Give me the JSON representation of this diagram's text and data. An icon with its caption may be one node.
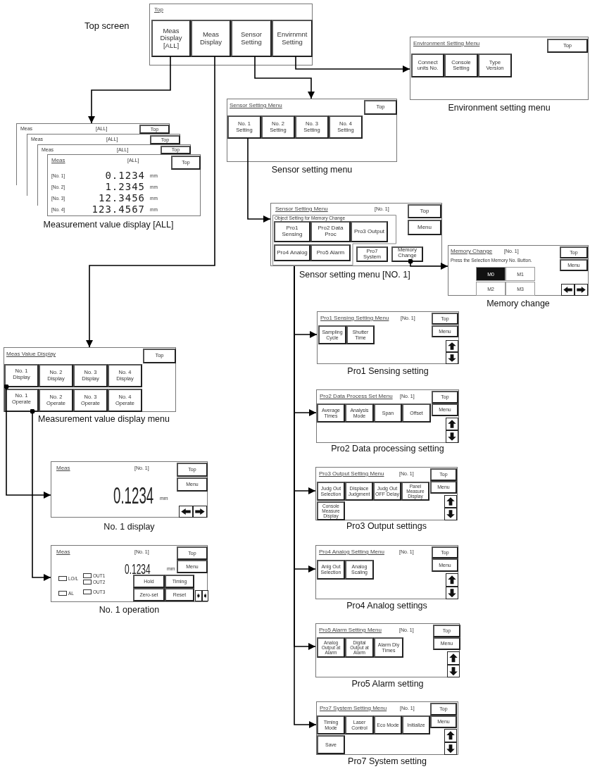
{
  "diagram": {
    "nodes": [
      {
        "text": [
          "Top"
        ],
        "beside": [
          "Top screen"
        ]
      },
      {
        "text": [
          "Meas Display [ALL]"
        ],
        "in": 0
      },
      {
        "text": [
          "Meas Display"
        ],
        "in": 0
      },
      {
        "text": [
          "Sensor Setting"
        ],
        "in": 0
      },
      {
        "text": [
          "Envirnmnt Setting"
        ],
        "in": 0
      },
      {
        "text": [
          "Environment Setting Menu"
        ],
        "beside": [
          "Environment setting menu"
        ]
      },
      {
        "text": [
          "Top"
        ],
        "in": 5
      },
      {
        "text": [
          "Connect units No."
        ],
        "in": 5
      },
      {
        "text": [
          "Console Setting"
        ],
        "in": 5
      },
      {
        "text": [
          "Type Version"
        ],
        "in": 5
      },
      {
        "text": [
          "Sensor Setting Menu"
        ],
        "beside": [
          "Sensor setting menu"
        ]
      },
      {
        "text": [
          "Top"
        ],
        "in": 10
      },
      {
        "text": [
          "No. 1 Setting"
        ],
        "in": 10
      },
      {
        "text": [
          "No. 2 Setting"
        ],
        "in": 10
      },
      {
        "text": [
          "No. 3 Setting"
        ],
        "in": 10
      },
      {
        "text": [
          "No. 4 Setting"
        ],
        "in": 10
      },
      {
        "text": [
          "Meas",
          "[ALL]"
        ]
      },
      {
        "text": [
          "Top"
        ],
        "in": 16
      },
      {
        "text": [
          "Meas",
          "[ALL]"
        ]
      },
      {
        "text": [
          "Top"
        ],
        "in": 18
      },
      {
        "text": [
          "Meas",
          "[ALL]"
        ]
      },
      {
        "text": [
          "Top"
        ],
        "in": 20
      },
      {
        "text": [
          "Meas",
          "[ALL]",
          "[No. 1]",
          "0.1234",
          "mm",
          "[No. 2]",
          "1.2345",
          "mm",
          "[No. 3]",
          "12.3456",
          "mm",
          "[No. 4]",
          "123.4567",
          "mm"
        ],
        "beside": [
          "Measurement value display [ALL]"
        ]
      },
      {
        "text": [
          "Top"
        ],
        "in": 22
      },
      {
        "text": [
          "Sensor Setting Menu",
          "[No. 1]"
        ],
        "beside": [
          "Sensor setting menu [NO. 1]"
        ]
      },
      {
        "text": [
          "Object Setting for Memory Change"
        ],
        "in": 24
      },
      {
        "text": [
          "Pro1 Sensing"
        ],
        "in": 25
      },
      {
        "text": [
          "Pro2 Data Proc"
        ],
        "in": 25
      },
      {
        "text": [
          "Pro3 Output"
        ],
        "in": 25
      },
      {
        "text": [
          "Pro4 Analog"
        ],
        "in": 25
      },
      {
        "text": [
          "Pro5 Alarm"
        ],
        "in": 25
      },
      {
        "text": [
          "Top"
        ],
        "in": 24
      },
      {
        "text": [
          "Menu"
        ],
        "in": 24
      },
      {
        "text": [
          "Pro7 System"
        ],
        "in": 24
      },
      {
        "text": [
          "Memory Change"
        ],
        "in": 24
      },
      {
        "text": [
          "Memory Change",
          "[No. 1]",
          "Press the Selection Memory No. Button."
        ],
        "beside": [
          "Memory change"
        ]
      },
      {
        "text": [
          "Top"
        ],
        "in": 35
      },
      {
        "text": [
          "Menu"
        ],
        "in": 35
      },
      {
        "text": [
          "M0"
        ],
        "in": 35
      },
      {
        "text": [
          "M1"
        ],
        "in": 35
      },
      {
        "text": [
          "M2"
        ],
        "in": 35
      },
      {
        "text": [
          "M3"
        ],
        "in": 35
      },
      {
        "text": [
          "Pro1 Sensing Setting Menu",
          "[No. 1]"
        ],
        "beside": [
          "Pro1 Sensing setting"
        ]
      },
      {
        "text": [
          "Top"
        ],
        "in": 42
      },
      {
        "text": [
          "Menu"
        ],
        "in": 42
      },
      {
        "text": [
          "Sampling Cycle"
        ],
        "in": 42
      },
      {
        "text": [
          "Shutter Time"
        ],
        "in": 42
      },
      {
        "text": [
          "Pro2 Data Process Set Menu",
          "[No. 1]"
        ],
        "beside": [
          "Pro2 Data processing setting"
        ]
      },
      {
        "text": [
          "Top"
        ],
        "in": 47
      },
      {
        "text": [
          "Menu"
        ],
        "in": 47
      },
      {
        "text": [
          "Average Times"
        ],
        "in": 47
      },
      {
        "text": [
          "Analysis Mode"
        ],
        "in": 47
      },
      {
        "text": [
          "Span"
        ],
        "in": 47
      },
      {
        "text": [
          "Offset"
        ],
        "in": 47
      },
      {
        "text": [
          "Pro3 Output Setting Menu",
          "[No. 1]"
        ],
        "beside": [
          "Pro3 Output settings"
        ]
      },
      {
        "text": [
          "Top"
        ],
        "in": 54
      },
      {
        "text": [
          "Menu"
        ],
        "in": 54
      },
      {
        "text": [
          "Judg Out Selection"
        ],
        "in": 54
      },
      {
        "text": [
          "Displace Judgment"
        ],
        "in": 54
      },
      {
        "text": [
          "Judg Out OFF Delay"
        ],
        "in": 54
      },
      {
        "text": [
          "Panel Measure Display"
        ],
        "in": 54
      },
      {
        "text": [
          "Console Measure Display"
        ],
        "in": 54
      },
      {
        "text": [
          "Pro4 Analog Setting Menu",
          "[No. 1]"
        ],
        "beside": [
          "Pro4 Analog settings"
        ]
      },
      {
        "text": [
          "Top"
        ],
        "in": 62
      },
      {
        "text": [
          "Menu"
        ],
        "in": 62
      },
      {
        "text": [
          "Anlg Out Selection"
        ],
        "in": 62
      },
      {
        "text": [
          "Analog Scaling"
        ],
        "in": 62
      },
      {
        "text": [
          "Pro5 Alarm Setting Menu",
          "[No. 1]"
        ],
        "beside": [
          "Pro5 Alarm setting"
        ]
      },
      {
        "text": [
          "Top"
        ],
        "in": 67
      },
      {
        "text": [
          "Menu"
        ],
        "in": 67
      },
      {
        "text": [
          "Analog Output at Alarm"
        ],
        "in": 67
      },
      {
        "text": [
          "Digital Output at Alarm"
        ],
        "in": 67
      },
      {
        "text": [
          "Alarm Dly Times"
        ],
        "in": 67
      },
      {
        "text": [
          "Pro7 System Setting Menu",
          "[No. 1]"
        ],
        "beside": [
          "Pro7 System setting"
        ]
      },
      {
        "text": [
          "Top"
        ],
        "in": 73
      },
      {
        "text": [
          "Menu"
        ],
        "in": 73
      },
      {
        "text": [
          "Timing Mode"
        ],
        "in": 73
      },
      {
        "text": [
          "Laser Control"
        ],
        "in": 73
      },
      {
        "text": [
          "Eco Mode"
        ],
        "in": 73
      },
      {
        "text": [
          "Initialize"
        ],
        "in": 73
      },
      {
        "text": [
          "Save"
        ],
        "in": 73
      },
      {
        "text": [
          "Meas Value Display"
        ],
        "beside": [
          "Measurement value display menu"
        ]
      },
      {
        "text": [
          "Top"
        ],
        "in": 81
      },
      {
        "text": [
          "No. 1 Display"
        ],
        "in": 81
      },
      {
        "text": [
          "No. 2 Display"
        ],
        "in": 81
      },
      {
        "text": [
          "No. 3 Display"
        ],
        "in": 81
      },
      {
        "text": [
          "No. 4 Display"
        ],
        "in": 81
      },
      {
        "text": [
          "No. 1 Operate"
        ],
        "in": 81
      },
      {
        "text": [
          "No. 2 Operate"
        ],
        "in": 81
      },
      {
        "text": [
          "No. 3 Operate"
        ],
        "in": 81
      },
      {
        "text": [
          "No. 4 Operate"
        ],
        "in": 81
      },
      {
        "text": [
          "Meas",
          "[No. 1]",
          "0.1234",
          "mm"
        ],
        "beside": [
          "No. 1 display"
        ]
      },
      {
        "text": [
          "Top"
        ],
        "in": 91
      },
      {
        "text": [
          "Menu"
        ],
        "in": 91
      },
      {
        "text": [
          "Meas",
          "[No. 1]",
          "0.1234",
          "mm",
          "LO/L",
          "OUT1",
          "OUT2",
          "AL",
          "OUT3"
        ],
        "beside": [
          "No. 1 operation"
        ]
      },
      {
        "text": [
          "Top"
        ],
        "in": 94
      },
      {
        "text": [
          "Menu"
        ],
        "in": 94
      },
      {
        "text": [
          "Hold"
        ],
        "in": 94
      },
      {
        "text": [
          "Timing"
        ],
        "in": 94
      },
      {
        "text": [
          "Zero-set"
        ],
        "in": 94
      },
      {
        "text": [
          "Reset"
        ],
        "in": 94
      }
    ],
    "edges": [
      {
        "from": 1,
        "to": 16,
        "arrow": "to"
      },
      {
        "from": 2,
        "to": 81,
        "arrow": "to"
      },
      {
        "from": 3,
        "to": 10,
        "arrow": "to"
      },
      {
        "from": 4,
        "to": 5,
        "arrow": "to"
      },
      {
        "from": 12,
        "to": 24,
        "arrow": "to"
      },
      {
        "from": 34,
        "to": 35,
        "arrow": "to"
      },
      {
        "from": 24,
        "to": 42,
        "arrow": "to"
      },
      {
        "from": 24,
        "to": 47,
        "arrow": "to"
      },
      {
        "from": 24,
        "to": 54,
        "arrow": "to"
      },
      {
        "from": 24,
        "to": 62,
        "arrow": "to"
      },
      {
        "from": 24,
        "to": 67,
        "arrow": "to"
      },
      {
        "from": 24,
        "to": 73,
        "arrow": "to"
      },
      {
        "from": 83,
        "to": 91,
        "arrow": "to"
      },
      {
        "from": 87,
        "to": 94,
        "arrow": "to"
      }
    ]
  }
}
